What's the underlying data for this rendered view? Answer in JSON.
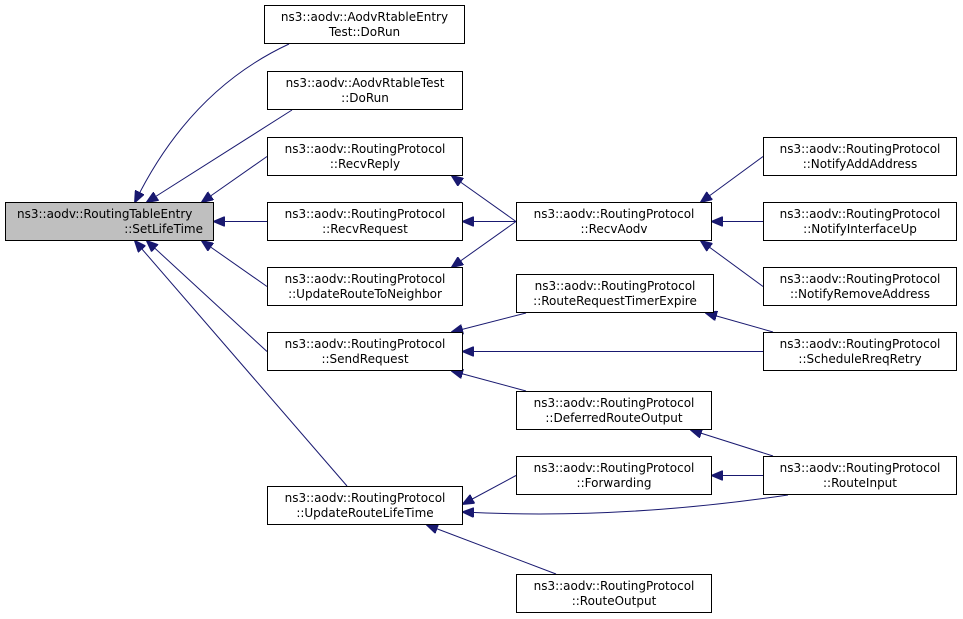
{
  "graph": {
    "colors": {
      "edge": "#191970",
      "root_fill": "#bfbfbf",
      "node_fill": "#ffffff",
      "node_border": "#000000"
    },
    "nodes": {
      "root": {
        "line1": "ns3::aodv::RoutingTableEntry",
        "line2": "::SetLifeTime"
      },
      "rtentry_test": {
        "line1": "ns3::aodv::AodvRtableEntry",
        "line2": "Test::DoRun"
      },
      "rtable_test": {
        "line1": "ns3::aodv::AodvRtableTest",
        "line2": "::DoRun"
      },
      "recv_reply": {
        "line1": "ns3::aodv::RoutingProtocol",
        "line2": "::RecvReply"
      },
      "recv_request": {
        "line1": "ns3::aodv::RoutingProtocol",
        "line2": "::RecvRequest"
      },
      "update_neighbor": {
        "line1": "ns3::aodv::RoutingProtocol",
        "line2": "::UpdateRouteToNeighbor"
      },
      "send_request": {
        "line1": "ns3::aodv::RoutingProtocol",
        "line2": "::SendRequest"
      },
      "update_lifetime": {
        "line1": "ns3::aodv::RoutingProtocol",
        "line2": "::UpdateRouteLifeTime"
      },
      "recv_aodv": {
        "line1": "ns3::aodv::RoutingProtocol",
        "line2": "::RecvAodv"
      },
      "rreq_timer": {
        "line1": "ns3::aodv::RoutingProtocol",
        "line2": "::RouteRequestTimerExpire"
      },
      "deferred": {
        "line1": "ns3::aodv::RoutingProtocol",
        "line2": "::DeferredRouteOutput"
      },
      "forwarding": {
        "line1": "ns3::aodv::RoutingProtocol",
        "line2": "::Forwarding"
      },
      "route_output": {
        "line1": "ns3::aodv::RoutingProtocol",
        "line2": "::RouteOutput"
      },
      "notify_add": {
        "line1": "ns3::aodv::RoutingProtocol",
        "line2": "::NotifyAddAddress"
      },
      "notify_up": {
        "line1": "ns3::aodv::RoutingProtocol",
        "line2": "::NotifyInterfaceUp"
      },
      "notify_remove": {
        "line1": "ns3::aodv::RoutingProtocol",
        "line2": "::NotifyRemoveAddress"
      },
      "schedule_retry": {
        "line1": "ns3::aodv::RoutingProtocol",
        "line2": "::ScheduleRreqRetry"
      },
      "route_input": {
        "line1": "ns3::aodv::RoutingProtocol",
        "line2": "::RouteInput"
      }
    },
    "edges": [
      [
        "rtentry_test",
        "root"
      ],
      [
        "rtable_test",
        "root"
      ],
      [
        "recv_reply",
        "root"
      ],
      [
        "recv_request",
        "root"
      ],
      [
        "update_neighbor",
        "root"
      ],
      [
        "send_request",
        "root"
      ],
      [
        "update_lifetime",
        "root"
      ],
      [
        "recv_aodv",
        "recv_reply"
      ],
      [
        "recv_aodv",
        "recv_request"
      ],
      [
        "recv_aodv",
        "update_neighbor"
      ],
      [
        "notify_add",
        "recv_aodv"
      ],
      [
        "notify_up",
        "recv_aodv"
      ],
      [
        "notify_remove",
        "recv_aodv"
      ],
      [
        "rreq_timer",
        "send_request"
      ],
      [
        "schedule_retry",
        "send_request"
      ],
      [
        "deferred",
        "send_request"
      ],
      [
        "schedule_retry",
        "rreq_timer"
      ],
      [
        "route_input",
        "deferred"
      ],
      [
        "route_input",
        "forwarding"
      ],
      [
        "forwarding",
        "update_lifetime"
      ],
      [
        "route_input",
        "update_lifetime"
      ],
      [
        "route_output",
        "update_lifetime"
      ]
    ]
  }
}
